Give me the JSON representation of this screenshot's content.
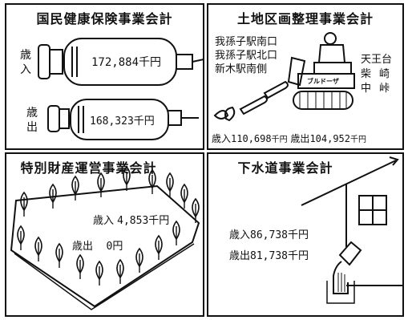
{
  "panels": {
    "national_health": {
      "title": "国民健康保険事業会計",
      "revenue_label": "歳入",
      "revenue_amount": "172,884",
      "expense_label": "歳出",
      "expense_amount": "168,323",
      "unit": "千円"
    },
    "land_readjustment": {
      "title": "土地区画整理事業会計",
      "areas_left": [
        "我孫子駅南口",
        "我孫子駅北口",
        "新木駅南側"
      ],
      "areas_right": [
        "天王台",
        "柴崎",
        "中峠"
      ],
      "bulldozer_label": "ブルドーザ",
      "revenue_label": "歳入",
      "revenue_amount": "110,698",
      "expense_label": "歳出",
      "expense_amount": "104,952",
      "unit": "千円"
    },
    "special_property": {
      "title": "特別財産運営事業会計",
      "revenue_label": "歳入",
      "revenue_amount": "4,853",
      "expense_label": "歳出",
      "expense_amount": "0",
      "unit": "千円",
      "expense_unit": "円"
    },
    "sewerage": {
      "title": "下水道事業会計",
      "revenue_label": "歳入",
      "revenue_amount": "86,738",
      "expense_label": "歳出",
      "expense_amount": "81,738",
      "unit": "千円"
    }
  }
}
